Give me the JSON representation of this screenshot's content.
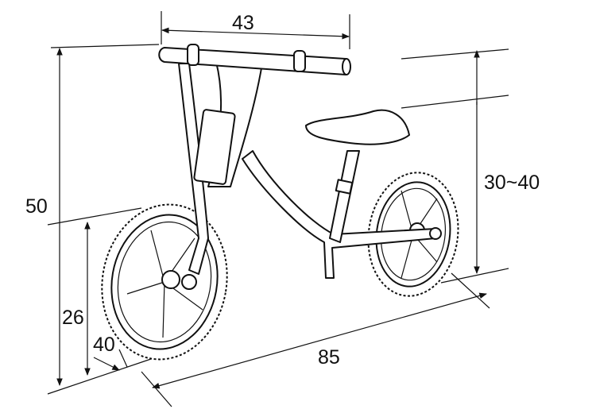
{
  "dimensions": {
    "handlebar_width": "43",
    "total_height": "50",
    "seat_height": "30~40",
    "wheel_height": "26",
    "tire_width": "40",
    "total_length": "85"
  },
  "colors": {
    "line": "#111111",
    "background": "#ffffff"
  }
}
